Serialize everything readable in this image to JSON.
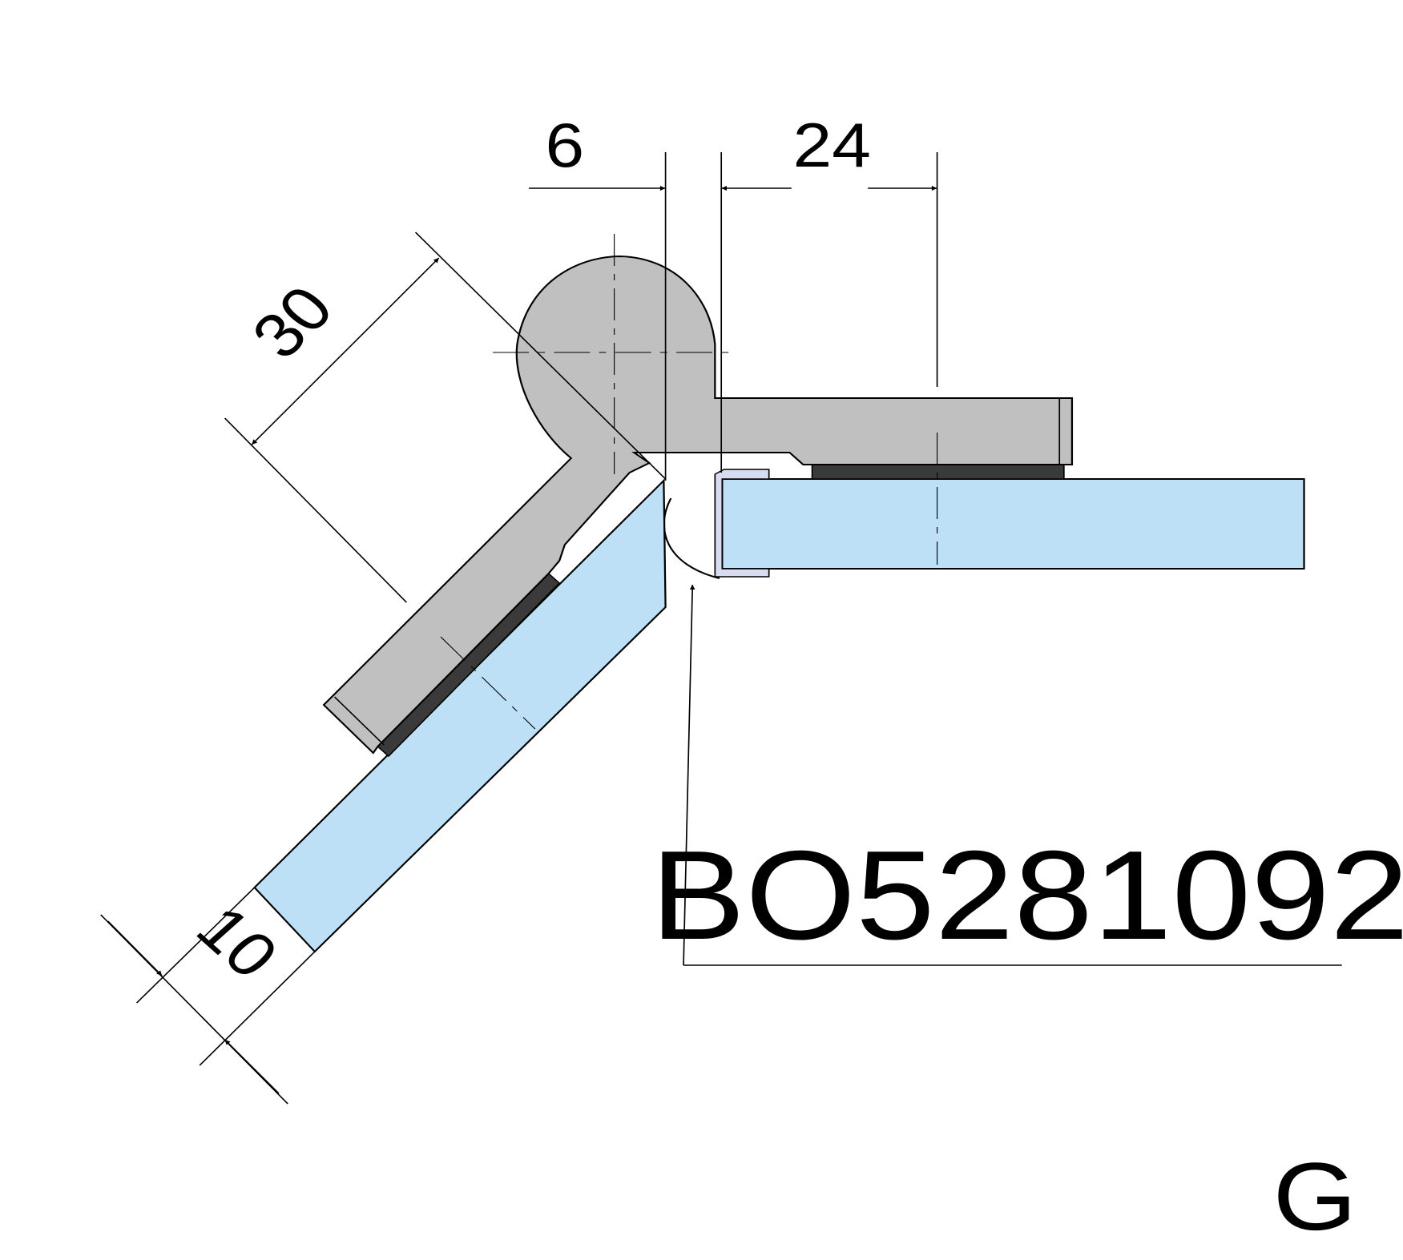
{
  "dimensions": {
    "gap": "6",
    "offset": "24",
    "arm_length": "30",
    "glass_thickness": "10"
  },
  "part_number": "BO5281092",
  "variant_letter": "G",
  "colors": {
    "glass": "#bde0f7",
    "hinge": "#c0c0c0",
    "gasket": "#3a3a3a",
    "seal": "#d8dcf0"
  }
}
